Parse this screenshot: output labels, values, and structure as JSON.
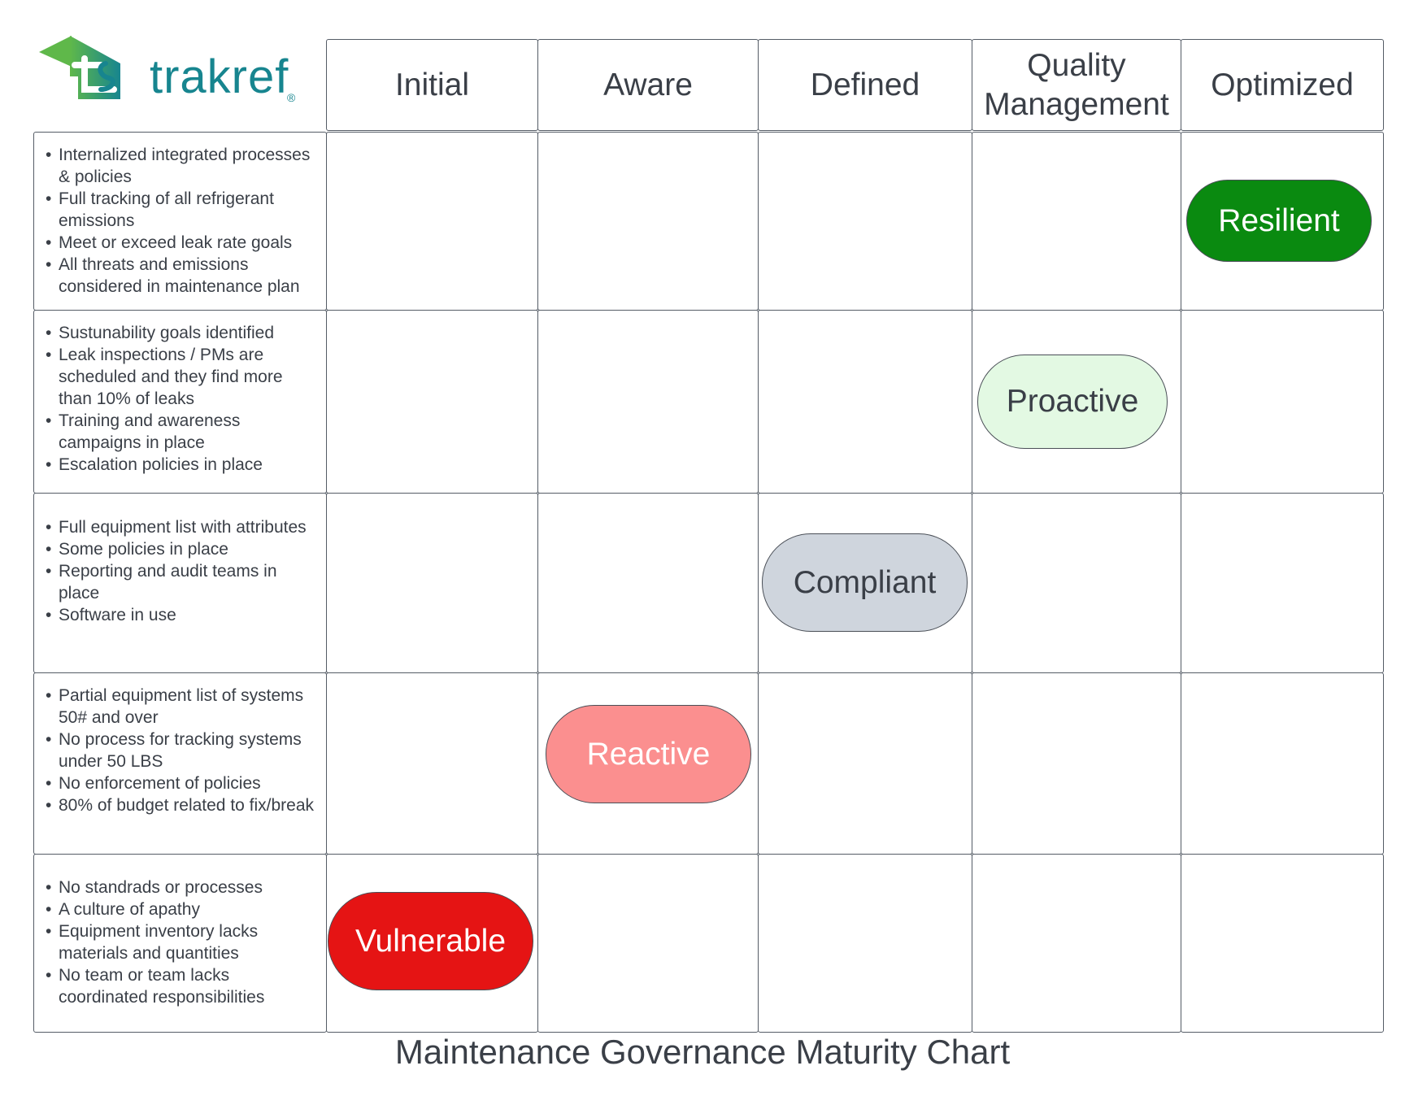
{
  "logo": {
    "name": "trakref",
    "registered_mark": "®"
  },
  "columns": [
    "Initial",
    "Aware",
    "Defined",
    "Quality Management",
    "Optimized"
  ],
  "rows": [
    {
      "criteria": [
        "Internalized integrated processes & policies",
        "Full tracking of all refrigerant emissions",
        "Meet or exceed leak rate goals",
        "All threats and emissions considered in maintenance plan"
      ]
    },
    {
      "criteria": [
        "Sustunability goals identified",
        "Leak inspections / PMs are scheduled and they find more than 10% of leaks",
        "Training and awareness campaigns in place",
        "Escalation policies in place"
      ]
    },
    {
      "criteria": [
        "Full equipment list with attributes",
        "Some policies in place",
        "Reporting and audit teams in place",
        "Software in use"
      ]
    },
    {
      "criteria": [
        "Partial equipment list of systems 50# and over",
        "No process for tracking systems under 50 LBS",
        "No enforcement of policies",
        "80% of budget related to fix/break"
      ]
    },
    {
      "criteria": [
        "No standrads or processes",
        "A culture of apathy",
        "Equipment inventory lacks materials and quantities",
        "No team or team lacks coordinated responsibilities"
      ]
    }
  ],
  "levels": [
    {
      "label": "Resilient",
      "fill": "#0a8a10",
      "text_color": "#ffffff"
    },
    {
      "label": "Proactive",
      "fill": "#e3f9e3",
      "text_color": "#3a3f47"
    },
    {
      "label": "Compliant",
      "fill": "#cfd5dd",
      "text_color": "#3a3f47"
    },
    {
      "label": "Reactive",
      "fill": "#fb8f8f",
      "text_color": "#ffffff"
    },
    {
      "label": "Vulnerable",
      "fill": "#e51414",
      "text_color": "#ffffff"
    }
  ],
  "caption": "Maintenance Governance Maturity Chart",
  "colors": {
    "brand_teal": "#17858f",
    "brand_green": "#4caf50",
    "grid_line": "#555c66"
  }
}
